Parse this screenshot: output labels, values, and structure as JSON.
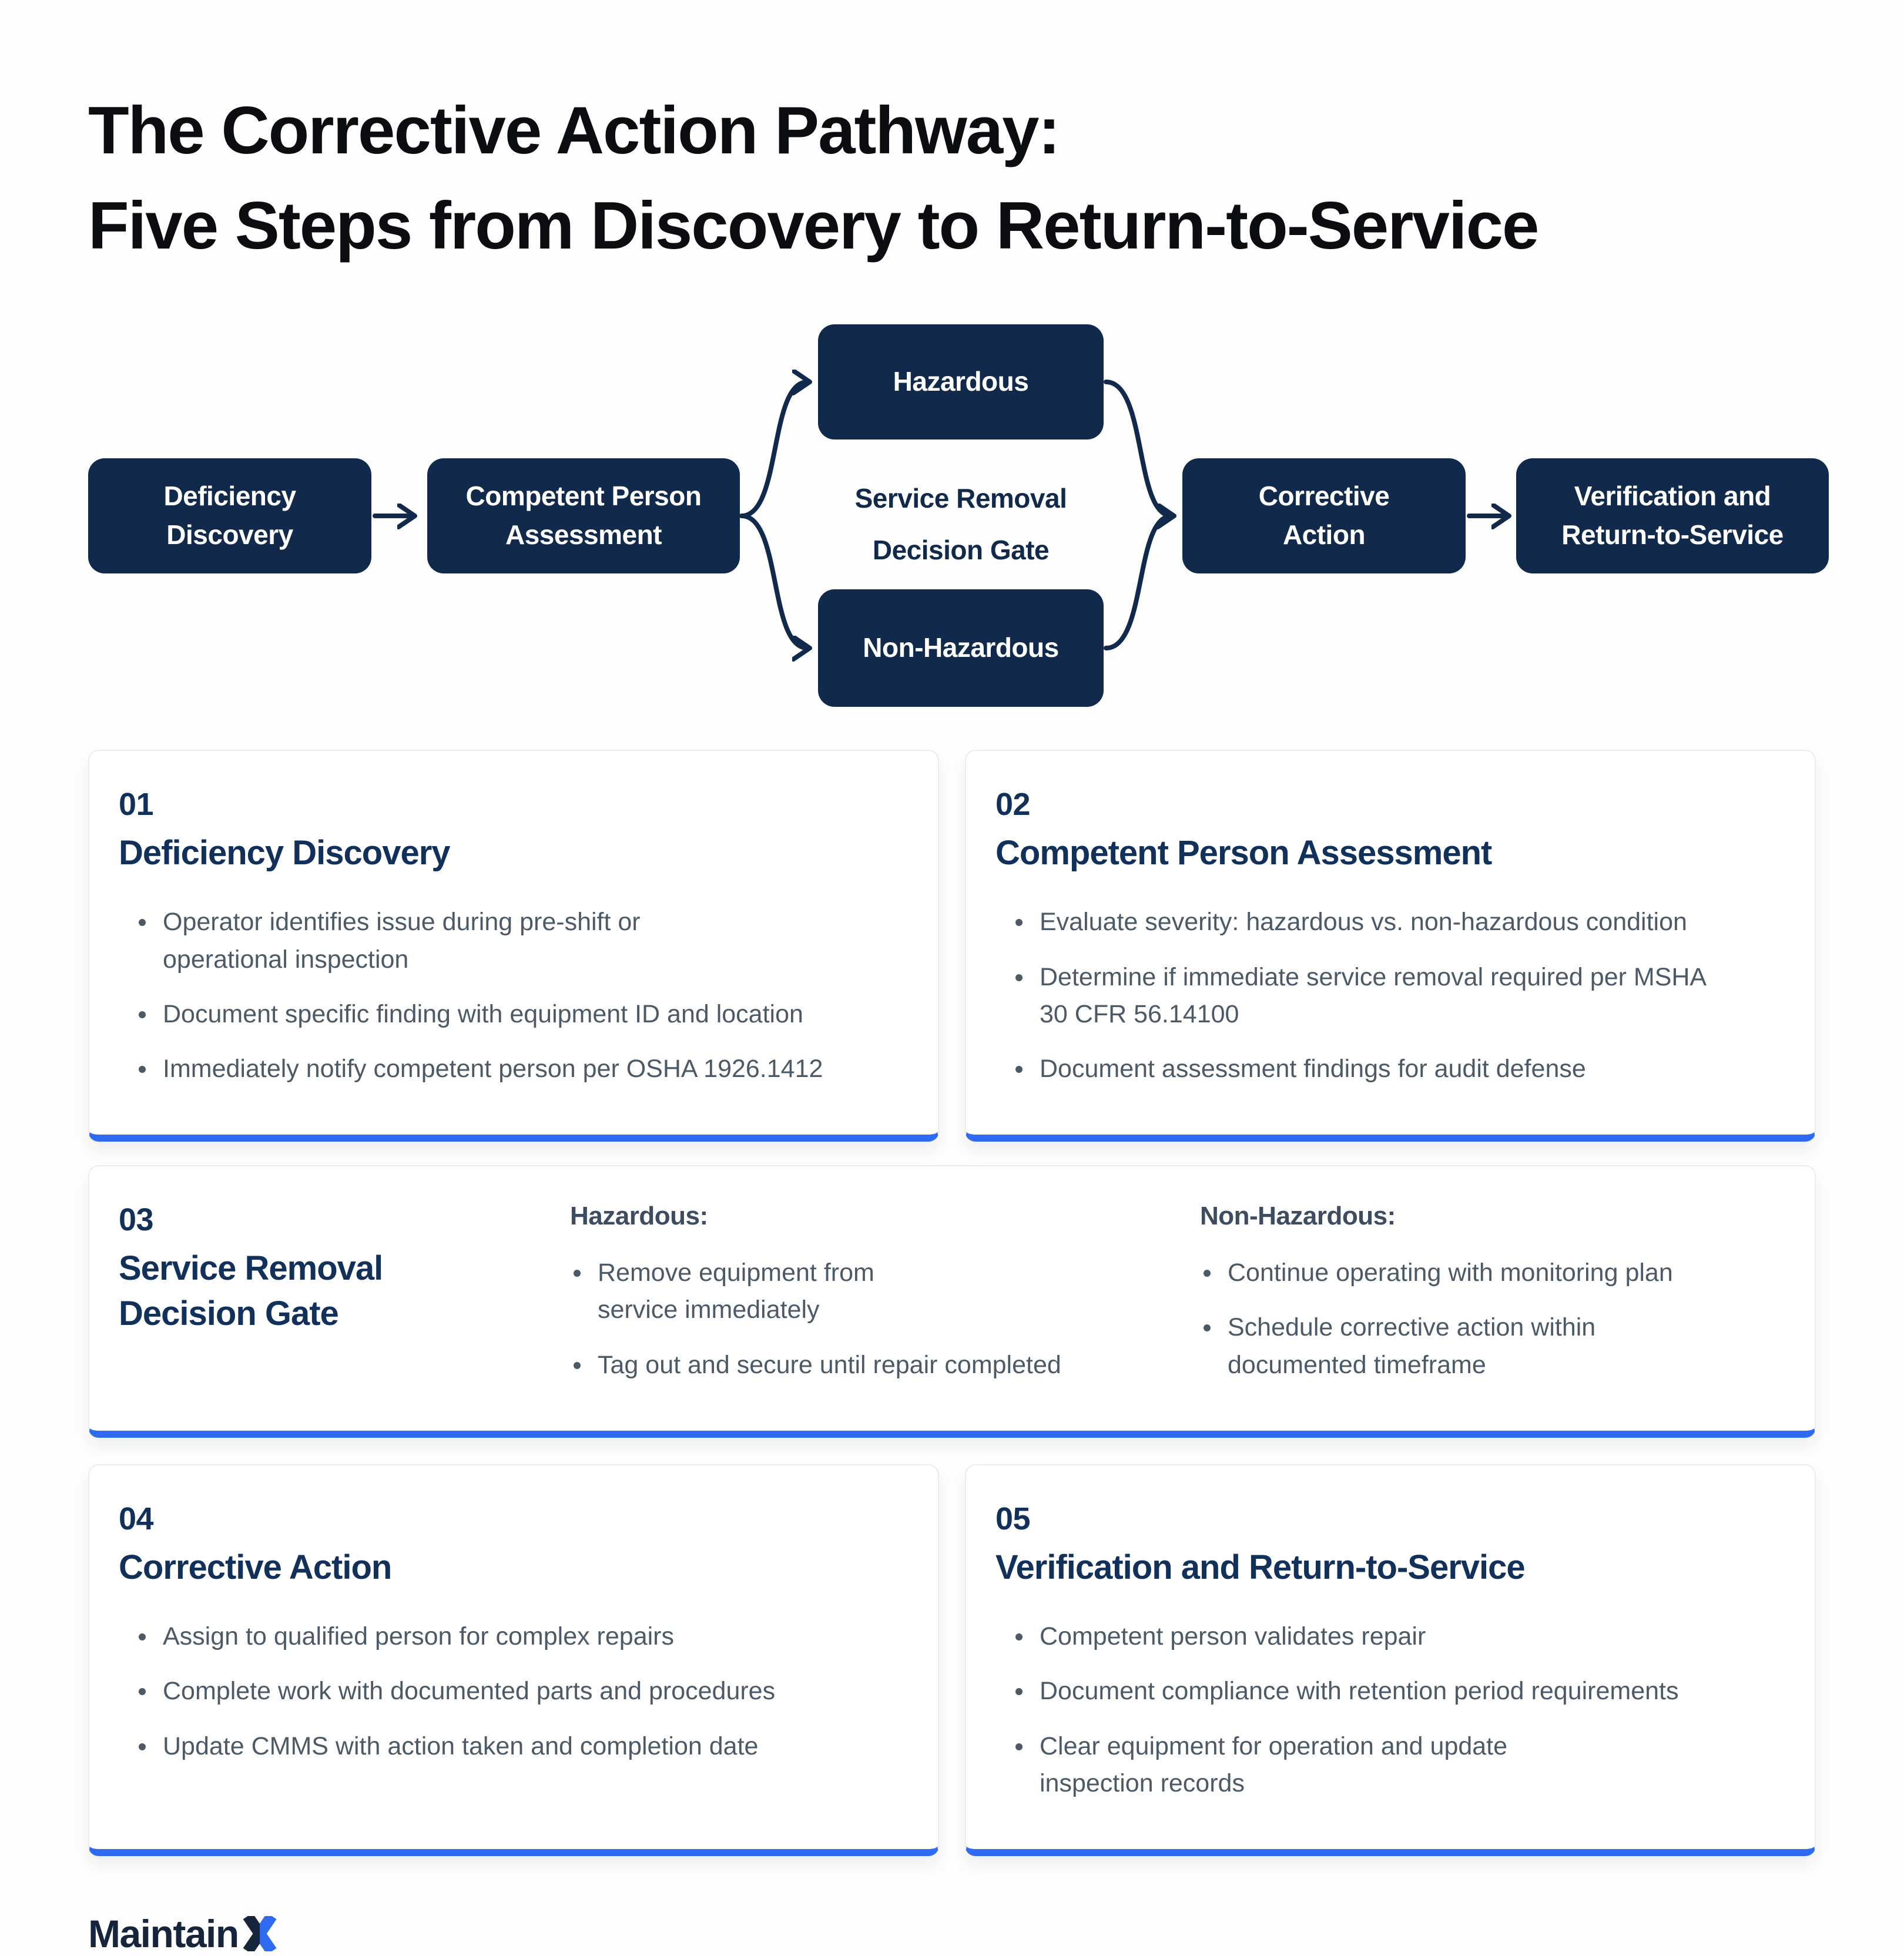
{
  "title": {
    "line1": "The Corrective Action Pathway:",
    "line2": "Five Steps from Discovery to Return-to-Service"
  },
  "flowchart": {
    "deficiency": {
      "line1": "Deficiency",
      "line2": "Discovery"
    },
    "competent": {
      "line1": "Competent Person",
      "line2": "Assessment"
    },
    "hazardous": {
      "label": "Hazardous"
    },
    "gate": {
      "line1": "Service Removal",
      "line2": "Decision Gate"
    },
    "non_hazardous": {
      "label": "Non-Hazardous"
    },
    "corrective": {
      "line1": "Corrective",
      "line2": "Action"
    },
    "verification": {
      "line1": "Verification and",
      "line2": "Return-to-Service"
    }
  },
  "cards": [
    {
      "number": "01",
      "title": "Deficiency Discovery",
      "bullets": [
        "Operator identifies issue during pre-shift or\noperational inspection",
        "Document specific finding with equipment ID and location",
        "Immediately notify competent person per OSHA 1926.1412"
      ]
    },
    {
      "number": "02",
      "title": "Competent Person Assessment",
      "bullets": [
        "Evaluate severity: hazardous vs. non-hazardous condition",
        "Determine if immediate service removal required per MSHA\n30 CFR 56.14100",
        "Document assessment findings for audit defense"
      ]
    },
    {
      "number": "03",
      "title_line1": "Service Removal",
      "title_line2": "Decision Gate",
      "columns": [
        {
          "heading": "Hazardous:",
          "bullets": [
            "Remove equipment from\nservice immediately",
            "Tag out and secure until repair completed"
          ]
        },
        {
          "heading": "Non-Hazardous:",
          "bullets": [
            "Continue operating with monitoring plan",
            "Schedule corrective action within\ndocumented timeframe"
          ]
        }
      ]
    },
    {
      "number": "04",
      "title": "Corrective Action",
      "bullets": [
        "Assign to qualified person for complex repairs",
        "Complete work with documented parts and procedures",
        "Update CMMS with action taken and completion date"
      ]
    },
    {
      "number": "05",
      "title": "Verification and Return-to-Service",
      "bullets": [
        "Competent person validates repair",
        "Document compliance with retention period requirements",
        "Clear equipment for operation and update\ninspection records"
      ]
    }
  ],
  "footer": {
    "brand": "Maintain",
    "brand_x": "X"
  },
  "colors": {
    "node_navy": "#112a4b",
    "title_black": "#0b0d10",
    "card_heading_navy": "#12315a",
    "column_heading_slate": "#3d4c5f",
    "bullet_gray": "#4c5a68",
    "accent_blue": "#2e6bf2",
    "logo_navy": "#16253c",
    "logo_x_blue": "#2e6bf2"
  }
}
